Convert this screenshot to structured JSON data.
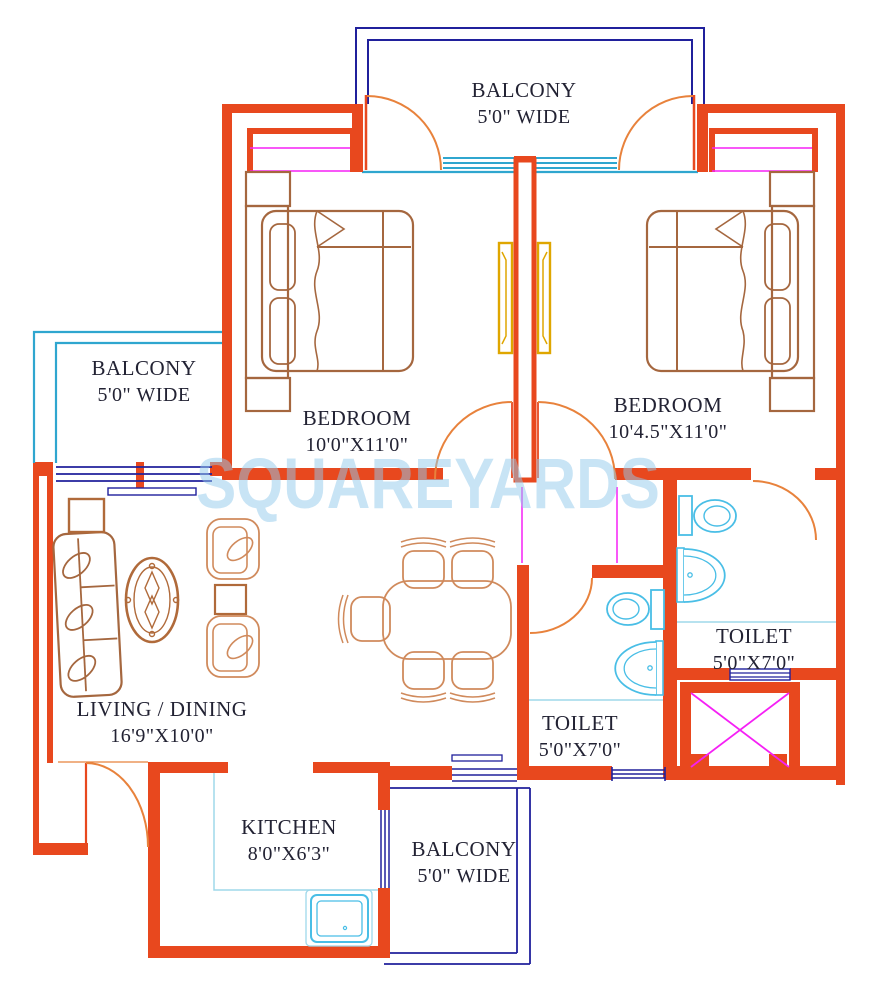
{
  "watermark": "SQUAREYARDS",
  "rooms": {
    "balcony_top": {
      "name": "BALCONY",
      "size": "5'0\" WIDE"
    },
    "bedroom_left": {
      "name": "BEDROOM",
      "size": "10'0\"X11'0\""
    },
    "bedroom_right": {
      "name": "BEDROOM",
      "size": "10'4.5\"X11'0\""
    },
    "balcony_left": {
      "name": "BALCONY",
      "size": "5'0\" WIDE"
    },
    "living_dining": {
      "name": "LIVING / DINING",
      "size": "16'9\"X10'0\""
    },
    "toilet_right": {
      "name": "TOILET",
      "size": "5'0\"X7'0\""
    },
    "toilet_center": {
      "name": "TOILET",
      "size": "5'0\"X7'0\""
    },
    "kitchen": {
      "name": "KITCHEN",
      "size": "8'0\"X6'3\""
    },
    "balcony_bottom": {
      "name": "BALCONY",
      "size": "5'0\" WIDE"
    }
  },
  "colors": {
    "wall": "#E8481E",
    "door_arc": "#E8823C",
    "window_frame": "#20209C",
    "glazing": "#2FA6CF",
    "partition_marker": "#F520F5",
    "wardrobe": "#DFA600",
    "furniture_dark": "#A5673F",
    "furniture_light": "#D08A5C",
    "sanitary_fixture": "#49BEE6",
    "label_text": "#222233",
    "watermark": "#91CAEB"
  }
}
